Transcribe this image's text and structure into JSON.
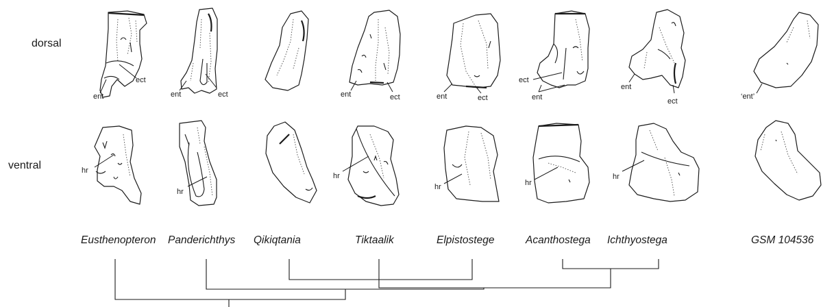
{
  "row_labels": {
    "dorsal": "dorsal",
    "ventral": "ventral"
  },
  "taxa": [
    "Eusthenopteron",
    "Panderichthys",
    "Qikiqtania",
    "Tiktaalik",
    "Elpistostege",
    "Acanthostega",
    "Ichthyostega",
    "GSM 104536"
  ],
  "annotations": {
    "ent": "ent",
    "ect": "ect",
    "hr": "hr",
    "ent_quoted": "‘ent’"
  }
}
